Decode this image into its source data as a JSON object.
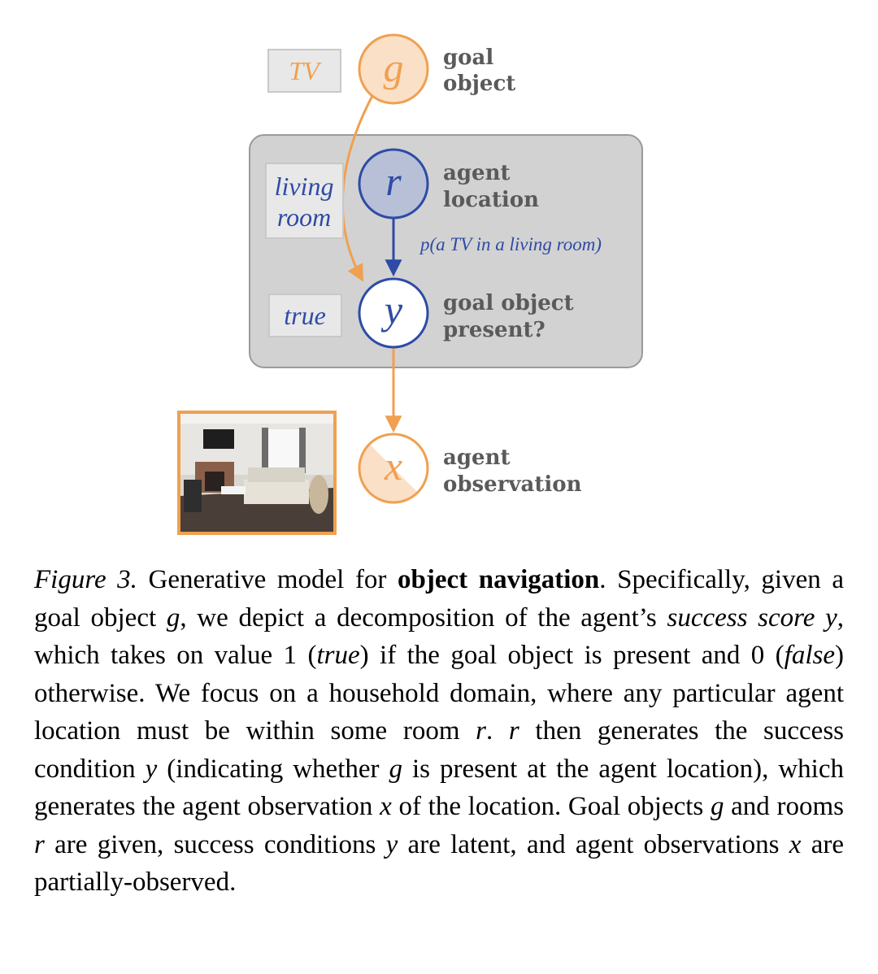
{
  "colors": {
    "orange": "#f0a050",
    "blue": "#2e4ba6",
    "gray_panel": "#d2d2d2",
    "label_gray": "#5a5a5a"
  },
  "nodes": {
    "g": {
      "letter": "g",
      "tag": "TV",
      "label1": "goal",
      "label2": "object"
    },
    "r": {
      "letter": "r",
      "tag1": "living",
      "tag2": "room",
      "label1": "agent",
      "label2": "location"
    },
    "y": {
      "letter": "y",
      "tag": "true",
      "label1": "goal object",
      "label2": "present?"
    },
    "x": {
      "letter": "x",
      "label1": "agent",
      "label2": "observation"
    }
  },
  "edge_label": "p(a TV in a living room)",
  "photo_description": "living-room-photo",
  "caption": {
    "figure_label": "Figure 3.",
    "t1": " Generative model for ",
    "bold": "object navigation",
    "t2": ".  Specifically, given a goal object ",
    "g1": "g",
    "t3": ", we depict a decomposition of the agent’s ",
    "success_score": "success score",
    "t4": " ",
    "y1": "y",
    "t5": ", which takes on value 1 (",
    "true_word": "true",
    "t6": ") if the goal object is present and 0 (",
    "false_word": "false",
    "t7": ") otherwise. We focus on a household domain, where any particular agent location must be within some room ",
    "r1": "r",
    "t8": ".  ",
    "r2": "r",
    "t9": " then generates the success condition ",
    "y2": "y",
    "t10": " (indicating whether ",
    "g2": "g",
    "t11": " is present at the agent location), which generates the agent observation ",
    "x1": "x",
    "t12": " of the location.  Goal objects ",
    "g3": "g",
    "t13": " and rooms ",
    "r3": "r",
    "t14": " are given, success conditions ",
    "y3": "y",
    "t15": " are latent, and agent observations ",
    "x2": "x",
    "t16": " are partially-observed."
  }
}
